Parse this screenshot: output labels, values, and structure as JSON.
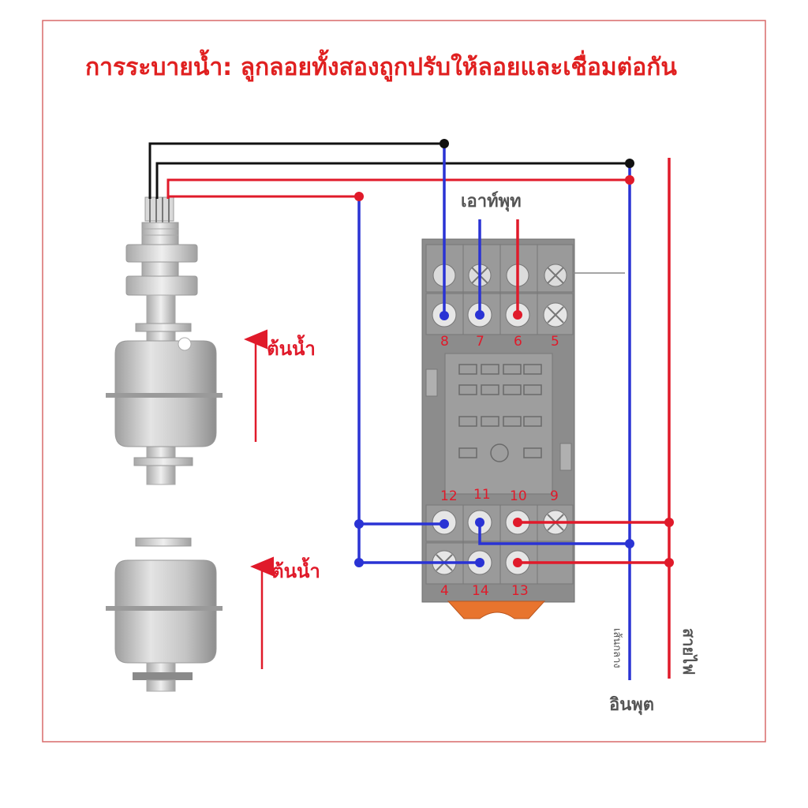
{
  "title": "การระบายน้ำ: ลูกลอยทั้งสองถูกปรับให้ลอยและเชื่อมต่อกัน",
  "labels": {
    "output": "เอาท์พุท",
    "input": "อินพุต",
    "water_source_top": "ต้นน้ำ",
    "water_source_bottom": "ต้นน้ำ",
    "neutral_wire": "เส้นกลาง",
    "live_wire": "สายไฟ"
  },
  "relay": {
    "top_pins": [
      "8",
      "7",
      "6",
      "5"
    ],
    "upper_bottom_pins": [
      "12",
      "11",
      "10",
      "9"
    ],
    "lower_bottom_pins": [
      "4",
      "14",
      "13"
    ]
  },
  "colors": {
    "title": "#e02020",
    "wire_blue": "#2a33d4",
    "wire_red": "#e01a2a",
    "wire_black": "#111111",
    "relay_body": "#8c8c8c",
    "float_body": "#b8b8b8",
    "frame": "#d96a6a",
    "clip": "#e8742e"
  }
}
